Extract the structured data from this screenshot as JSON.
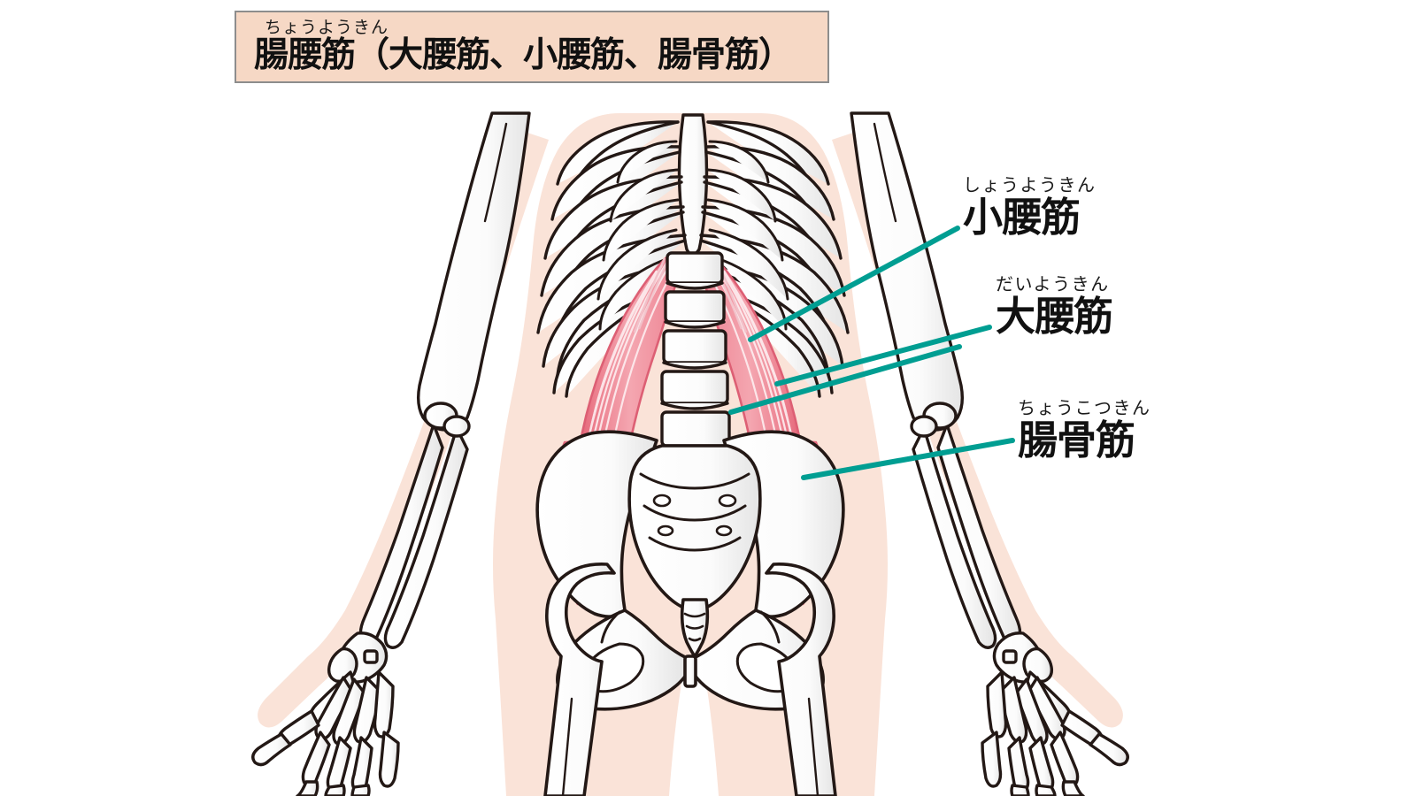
{
  "title": {
    "furigana": "ちょうようきん",
    "main": "腸腰筋（大腰筋、小腰筋、腸骨筋）",
    "box_fill": "#f6d8c5",
    "box_border": "#8d8d8d"
  },
  "labels": [
    {
      "furigana": "しょうようきん",
      "main": "小腰筋",
      "leader_color": "#009e92"
    },
    {
      "furigana": "だいようきん",
      "main": "大腰筋",
      "leader_color": "#009e92"
    },
    {
      "furigana": "ちょうこつきん",
      "main": "腸骨筋",
      "leader_color": "#009e92"
    }
  ],
  "colors": {
    "skin": "#fae3d8",
    "bone_fill": "#ffffff",
    "bone_shadow": "#e6e6e6",
    "bone_outline": "#231815",
    "muscle_light": "#f4a6b0",
    "muscle_mid": "#ec7f8e",
    "muscle_dark": "#e05a6e",
    "muscle_stripe": "#fdeef0",
    "leader": "#009e92",
    "background": "#ffffff"
  },
  "figure": {
    "view": "anterior",
    "region": "torso-pelvis-arms-legs",
    "structures": [
      "rib-cage",
      "sternum",
      "lumbar-vertebrae",
      "sacrum",
      "coccyx",
      "ilium",
      "pubis",
      "ischium",
      "femur",
      "humerus",
      "radius",
      "ulna",
      "carpals",
      "metacarpals",
      "phalanges"
    ],
    "muscles": [
      "psoas-major",
      "psoas-minor",
      "iliacus"
    ]
  }
}
